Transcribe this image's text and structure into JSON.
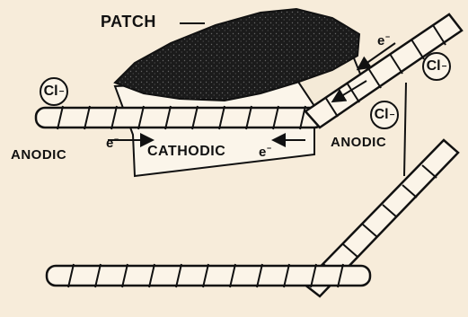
{
  "labels": {
    "patch": "PATCH",
    "anodic_left": "ANODIC",
    "cathodic": "CATHODIC",
    "anodic_right": "ANODIC",
    "electron_1": "e",
    "electron_2": "e",
    "electron_3": "e",
    "electron_sup": "−",
    "chloride_symbol": "Cl",
    "chloride_sup": "−"
  }
}
